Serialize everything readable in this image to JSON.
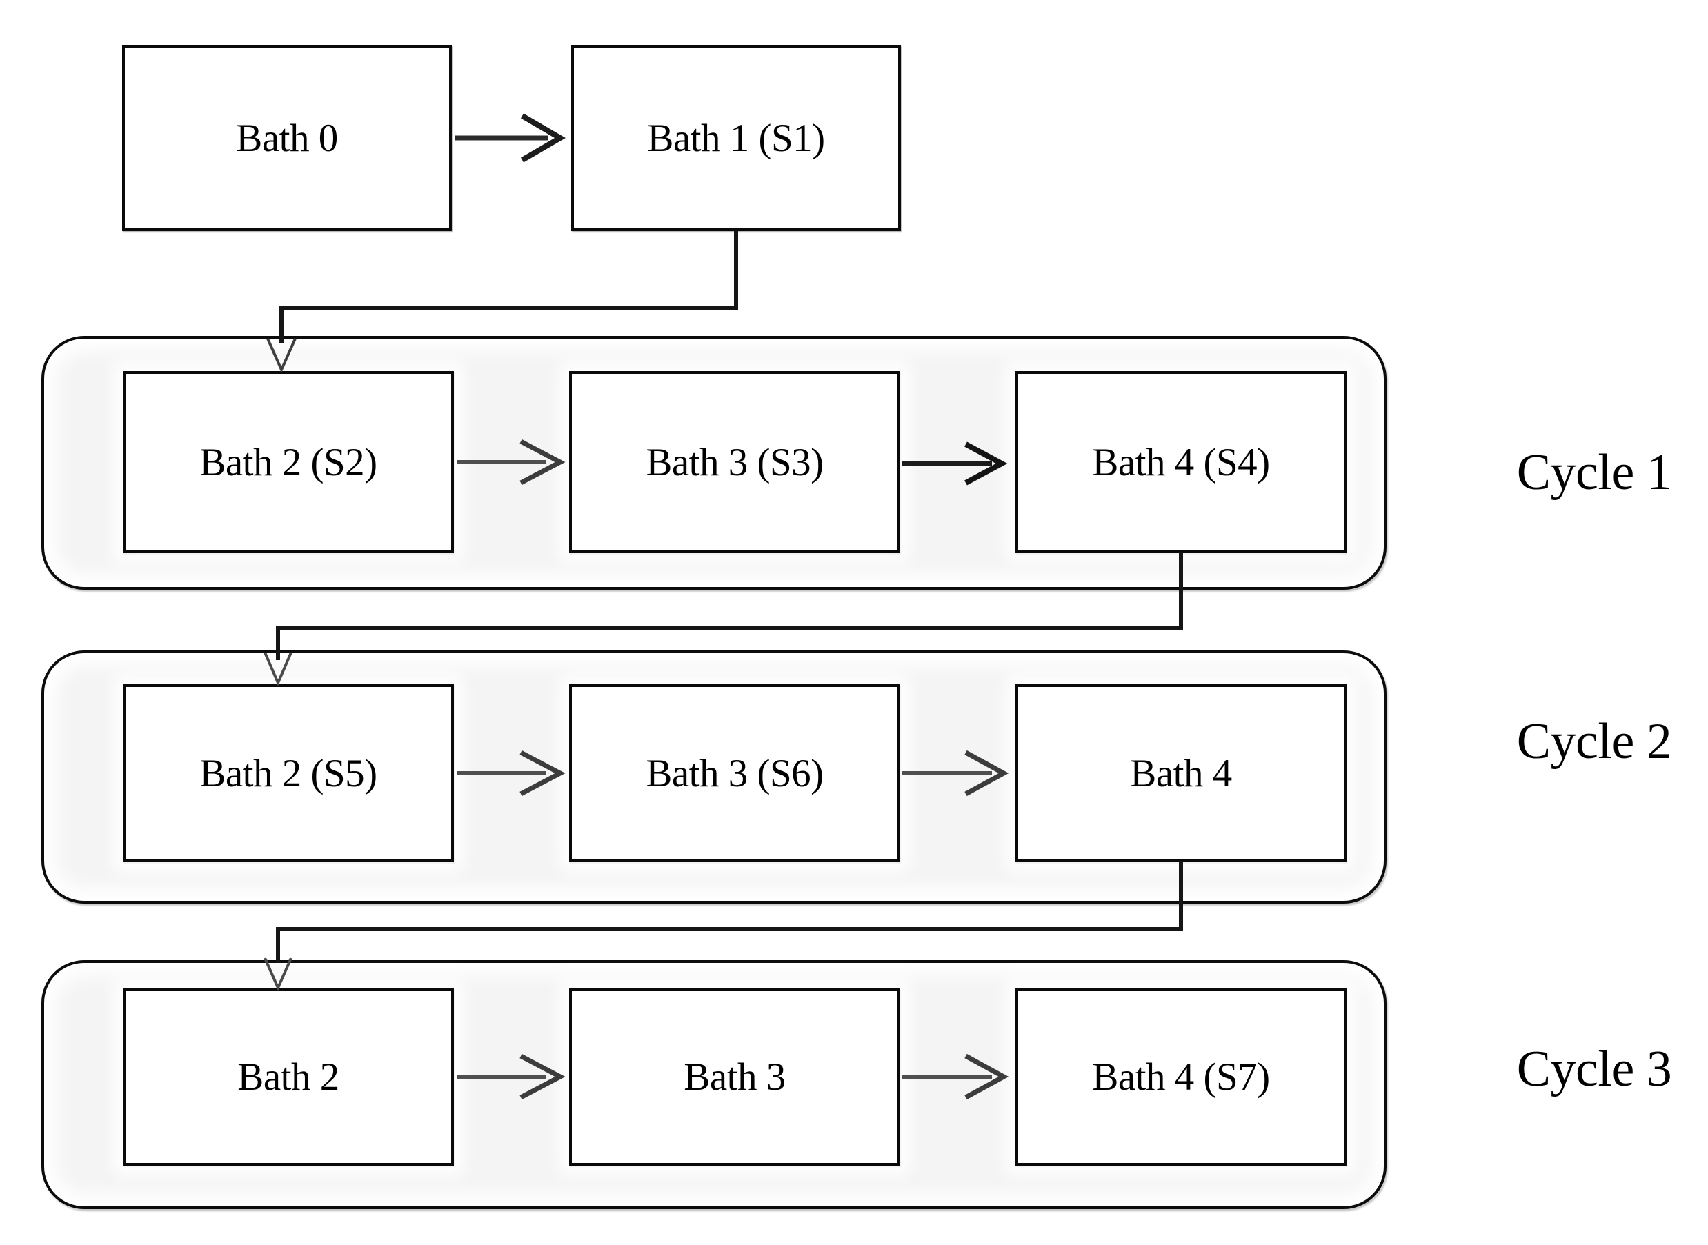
{
  "figure": {
    "top_row": {
      "bath0": {
        "label": "Bath 0"
      },
      "bath1": {
        "label": "Bath 1 (S1)"
      }
    },
    "cycles": [
      {
        "name": "Cycle 1",
        "baths": [
          "Bath 2 (S2)",
          "Bath 3 (S3)",
          "Bath 4 (S4)"
        ]
      },
      {
        "name": "Cycle 2",
        "baths": [
          "Bath 2 (S5)",
          "Bath 3 (S6)",
          "Bath 4"
        ]
      },
      {
        "name": "Cycle 3",
        "baths": [
          "Bath 2",
          "Bath 3",
          "Bath 4 (S7)"
        ]
      }
    ],
    "colors": {
      "background": "#ffffff",
      "box_fill": "#ffffff",
      "box_border": "#0a0a0a",
      "container_fill": "#f4f4f4",
      "container_border": "#0c0c0c",
      "connector_dark": "#161616",
      "arrow_gray": "#4f4f4f",
      "text": "#000000"
    }
  }
}
